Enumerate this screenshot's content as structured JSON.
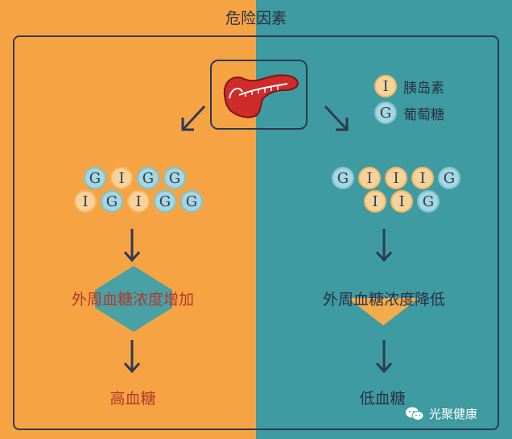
{
  "title": "危险因素",
  "legend": [
    {
      "symbol": "I",
      "label": "胰岛素"
    },
    {
      "symbol": "G",
      "label": "葡萄糖"
    }
  ],
  "left": {
    "balls_top": [
      "G",
      "I",
      "G",
      "G"
    ],
    "balls_bottom": [
      "I",
      "G",
      "I",
      "G",
      "G"
    ],
    "middle": "外周血糖浓度增加",
    "result": "高血糖"
  },
  "right": {
    "balls_top": [
      "G",
      "I",
      "I",
      "I",
      "G"
    ],
    "balls_bottom": [
      "I",
      "I",
      "G"
    ],
    "middle": "外周血糖浓度降低",
    "result": "低血糖"
  },
  "watermark": "光聚健康",
  "colors": {
    "left_bg": "#f6a443",
    "right_bg": "#3e9ba1",
    "insulin": "#f6d39a",
    "glucose": "#a6d6df",
    "accent_red": "#b4372b",
    "dark": "#2f3a55"
  }
}
